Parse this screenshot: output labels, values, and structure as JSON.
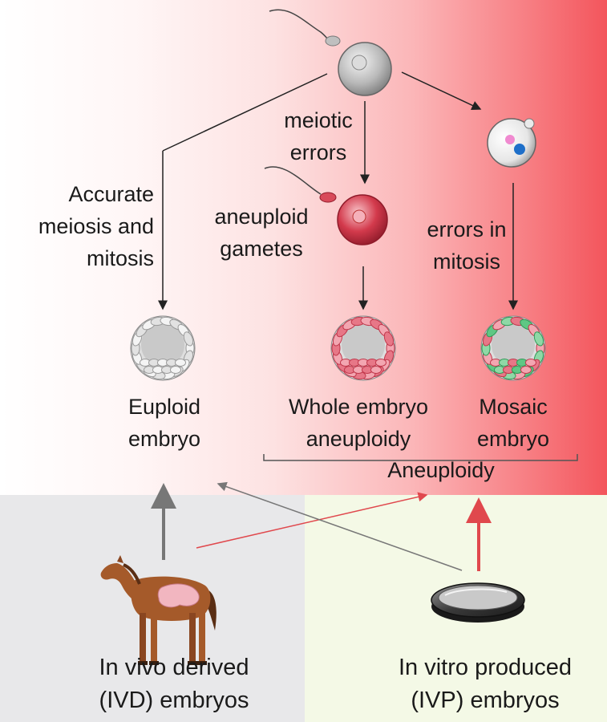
{
  "labels": {
    "meiotic_errors": [
      "meiotic",
      "errors"
    ],
    "accurate": [
      "Accurate",
      "meiosis and",
      "mitosis"
    ],
    "aneuploid_gametes": [
      "aneuploid",
      "gametes"
    ],
    "errors_mitosis": [
      "errors in",
      "mitosis"
    ],
    "euploid": [
      "Euploid",
      "embryo"
    ],
    "whole": [
      "Whole embryo",
      "aneuploidy"
    ],
    "mosaic": [
      "Mosaic",
      "embryo"
    ],
    "aneuploidy": "Aneuploidy",
    "ivd": [
      "In vivo derived",
      "(IVD) embryos"
    ],
    "ivp": [
      "In vitro produced",
      "(IVP) embryos"
    ]
  },
  "colors": {
    "gradient_end": "#f3555c",
    "ivd_panel": "#e8e8ea",
    "ivp_panel": "#f4f9e6",
    "red_arrow": "#e0484d",
    "gray_arrow": "#777777",
    "euploid_cell": "#d8d8d8",
    "aneuploid_cell": "#d84a5a",
    "mosaic_green": "#4fbf7a"
  },
  "icons": [
    "sperm-icon",
    "oocyte-icon",
    "mosaic-oocyte-icon",
    "aneuploid-oocyte-icon",
    "euploid-blastocyst-icon",
    "aneuploid-blastocyst-icon",
    "mosaic-blastocyst-icon",
    "horse-icon",
    "petri-dish-icon"
  ]
}
